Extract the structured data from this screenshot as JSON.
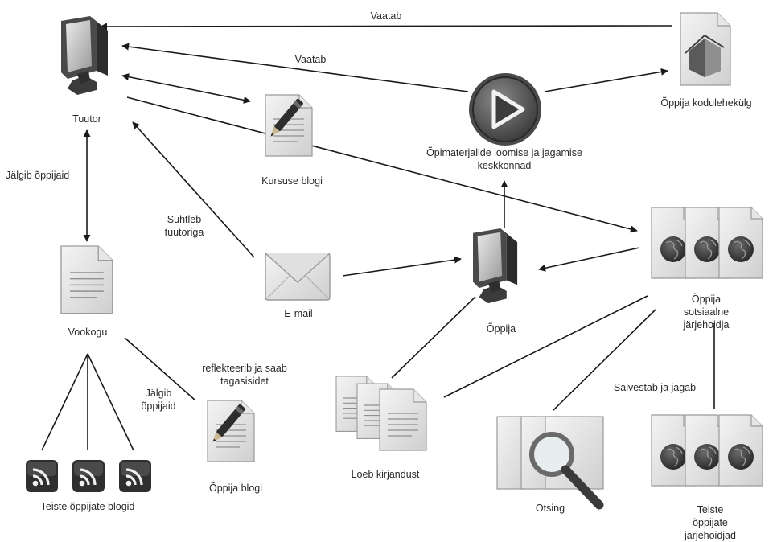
{
  "nodes": {
    "tuutor": "Tuutor",
    "kursuse_blogi": "Kursuse blogi",
    "keskkonnad": "Õpimaterjalide loomise ja jagamise\nkeskkonnad",
    "kodulehekulg": "Õppija kodulehekülg",
    "sotsiaalne_jarjehoidja": "Õppija sotsiaalne\njärjehoidja",
    "oppija": "Õppija",
    "email": "E-mail",
    "vookogu": "Vookogu",
    "teiste_blogid": "Teiste õppijate blogid",
    "oppija_blogi": "Õppija blogi",
    "loeb_kirjandust": "Loeb kirjandust",
    "otsing": "Otsing",
    "teiste_jarjehoidjad": "Teiste õppijate\njärjehoidjad"
  },
  "edges": {
    "vaatab_top": "Vaatab",
    "vaatab_mid": "Vaatab",
    "jalgib_oppijaid_left": "Jälgib õppijaid",
    "suhtleb_tuutoriga": "Suhtleb\ntuutoriga",
    "jalgib_oppijaid_small": "Jälgib\nõppijaid",
    "reflekteerib": "reflekteerib ja saab\ntagasisidet",
    "salvestab_ja_jagab": "Salvestab ja jagab"
  },
  "colors": {
    "line": "#1a1a1a",
    "icon_gray": "#c8c8c8",
    "icon_dark": "#3a3a3a",
    "text": "#2a2a2a"
  },
  "icons": {
    "tuutor": "monitor-icon",
    "oppija": "monitor-icon",
    "kursuse_blogi": "document-pen-icon",
    "oppija_blogi": "document-pen-icon",
    "keskkonnad": "play-button-icon",
    "kodulehekulg": "home-page-icon",
    "email": "envelope-icon",
    "vookogu": "document-icon",
    "teiste_blogid": "rss-icon",
    "loeb_kirjandust": "document-stack-icon",
    "otsing": "magnifier-pages-icon",
    "sotsiaalne_jarjehoidja": "globe-pages-icon",
    "teiste_jarjehoidjad": "globe-pages-icon"
  }
}
